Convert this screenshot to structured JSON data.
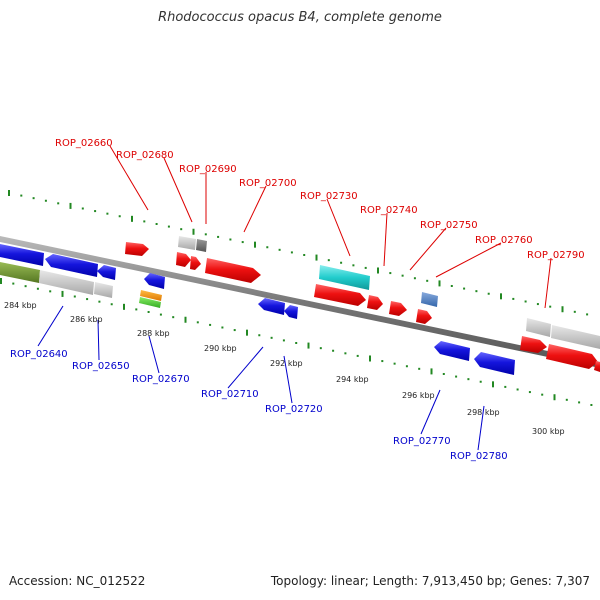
{
  "title": "Rhodococcus opacus B4, complete genome",
  "accession": "Accession: NC_012522",
  "topology": "Topology: linear; Length: 7,913,450 bp; Genes: 7,307",
  "colors": {
    "forward_label": "#dd0000",
    "reverse_label": "#0000cc",
    "forward_gene": "#ee1111",
    "reverse_gene": "#1111dd",
    "backbone": "#888888",
    "tick": "#228822"
  },
  "scale_labels": [
    "284 kbp",
    "286 kbp",
    "288 kbp",
    "290 kbp",
    "292 kbp",
    "294 kbp",
    "296 kbp",
    "298 kbp",
    "300 kbp"
  ],
  "forward_genes": [
    "ROP_02660",
    "ROP_02680",
    "ROP_02690",
    "ROP_02700",
    "ROP_02730",
    "ROP_02740",
    "ROP_02750",
    "ROP_02760",
    "ROP_02790"
  ],
  "reverse_genes": [
    "ROP_02640",
    "ROP_02650",
    "ROP_02670",
    "ROP_02710",
    "ROP_02720",
    "ROP_02770",
    "ROP_02780"
  ]
}
